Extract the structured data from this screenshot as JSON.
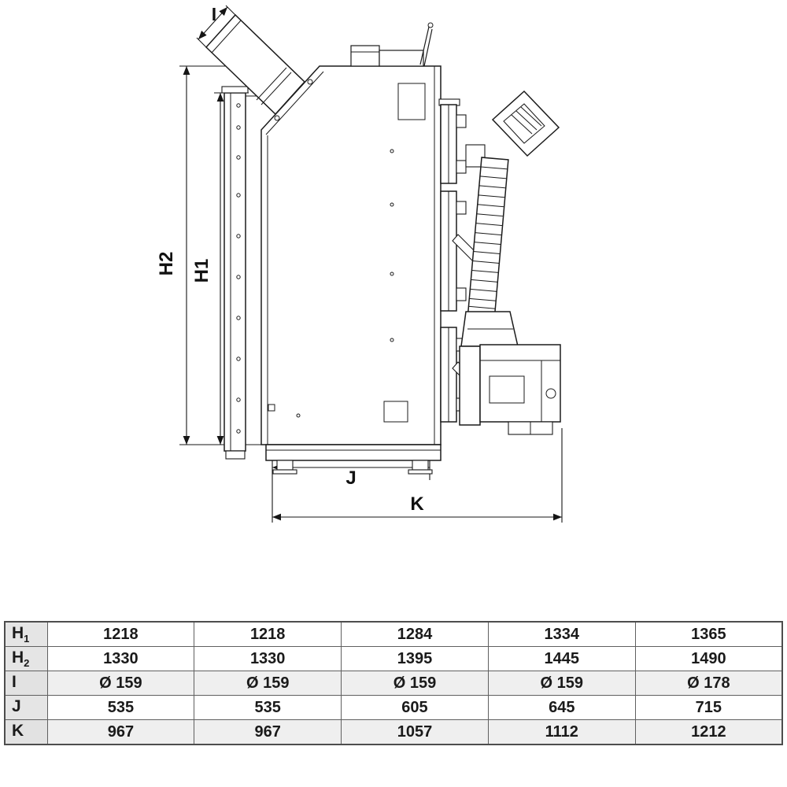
{
  "diagram": {
    "dimension_labels": {
      "h2": "H2",
      "h1": "H1",
      "i": "I",
      "j": "J",
      "k": "K"
    }
  },
  "table": {
    "rows": [
      {
        "label": "H",
        "sub": "1",
        "values": [
          "1218",
          "1218",
          "1284",
          "1334",
          "1365"
        ]
      },
      {
        "label": "H",
        "sub": "2",
        "values": [
          "1330",
          "1330",
          "1395",
          "1445",
          "1490"
        ]
      },
      {
        "label": "I",
        "sub": "",
        "values": [
          "Ø 159",
          "Ø 159",
          "Ø 159",
          "Ø 159",
          "Ø 178"
        ]
      },
      {
        "label": "J",
        "sub": "",
        "values": [
          "535",
          "535",
          "605",
          "645",
          "715"
        ]
      },
      {
        "label": "K",
        "sub": "",
        "values": [
          "967",
          "967",
          "1057",
          "1112",
          "1212"
        ]
      }
    ]
  }
}
